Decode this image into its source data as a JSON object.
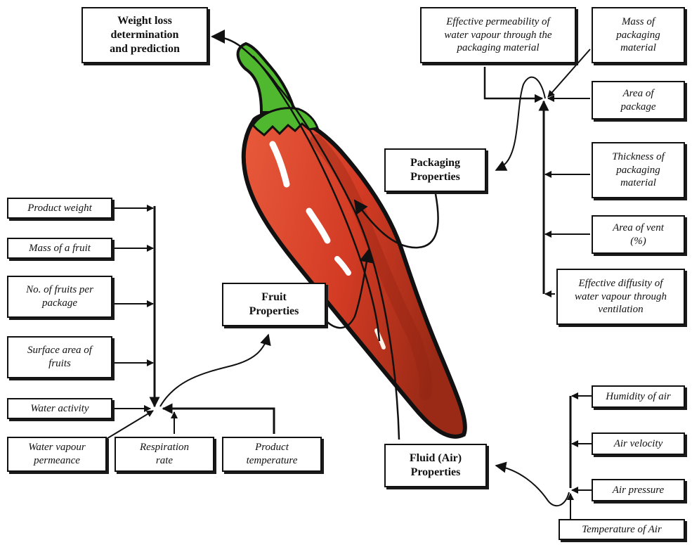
{
  "goal": {
    "label": "Weight loss\ndetermination\nand prediction"
  },
  "categories": {
    "packaging": "Packaging\nProperties",
    "fruit": "Fruit\nProperties",
    "fluid": "Fluid (Air)\nProperties"
  },
  "fruit_inputs": [
    "Product weight",
    "Mass of a fruit",
    "No. of fruits per\npackage",
    "Surface area of\nfruits",
    "Water activity"
  ],
  "fruit_bottom_inputs": [
    "Water vapour\npermeance",
    "Respiration\nrate",
    "Product\ntemperature"
  ],
  "packaging_inputs": [
    "Effective permeability of\nwater vapour through the\npackaging material",
    "Mass of\npackaging\nmaterial",
    "Area of\npackage",
    "Thickness of\npackaging\nmaterial",
    "Area of vent\n(%)",
    "Effective diffusity of\nwater vapour through\nventilation"
  ],
  "air_inputs": [
    "Humidity of air",
    "Air velocity",
    "Air pressure",
    "Temperature of Air"
  ],
  "colors": {
    "pepper_red": "#d9412a",
    "pepper_dark": "#8f2212",
    "stem_green": "#4fb82e",
    "outline": "#111111"
  },
  "icons": [
    "chili-pepper-icon"
  ]
}
